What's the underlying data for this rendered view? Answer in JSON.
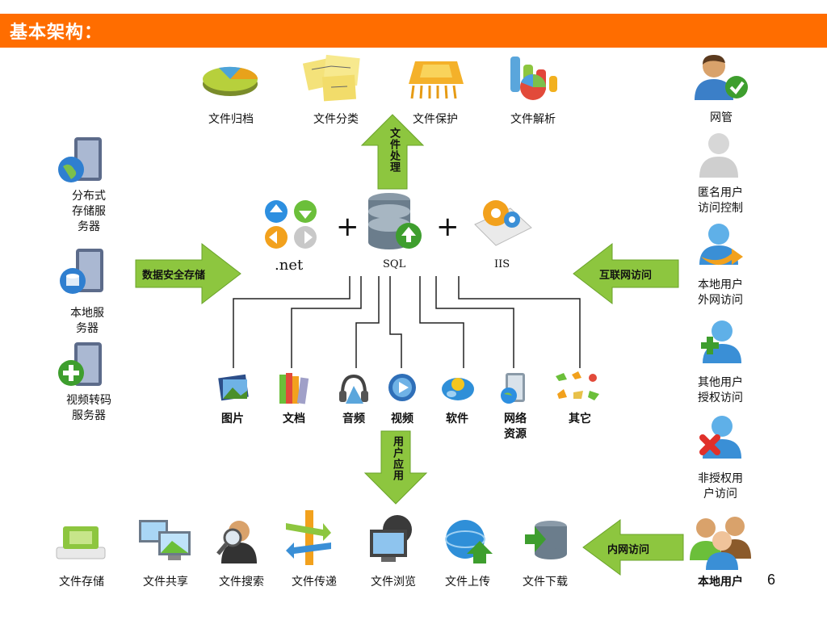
{
  "title": "基本架构：",
  "top_items": [
    "文件归档",
    "文件分类",
    "文件保护",
    "文件解析"
  ],
  "left_servers": [
    "分布式\n存储服\n务器",
    "本地服\n务器",
    "视频转码\n服务器"
  ],
  "tech": {
    "net": ".net",
    "sql": "SQL",
    "iis": "IIS"
  },
  "arrows": {
    "file_process": "文件处理",
    "data_storage": "数据安全存储",
    "internet": "互联网访问",
    "user_app": "用户应用",
    "intranet": "内网访问"
  },
  "media": [
    "图片",
    "文档",
    "音频",
    "视频",
    "软件",
    "网络\n资源",
    "其它"
  ],
  "right_users": [
    "网管",
    "匿名用户\n访问控制",
    "本地用户\n外网访问",
    "其他用户\n授权访问",
    "非授权用\n户访问"
  ],
  "bottom_items": [
    "文件存储",
    "文件共享",
    "文件搜索",
    "文件传递",
    "文件浏览",
    "文件上传",
    "文件下载"
  ],
  "local_users": "本地用户",
  "page_number": "6",
  "colors": {
    "header": "#ff6d00",
    "arrow": "#8dc63f",
    "arrow_dark": "#5f9a1e"
  }
}
